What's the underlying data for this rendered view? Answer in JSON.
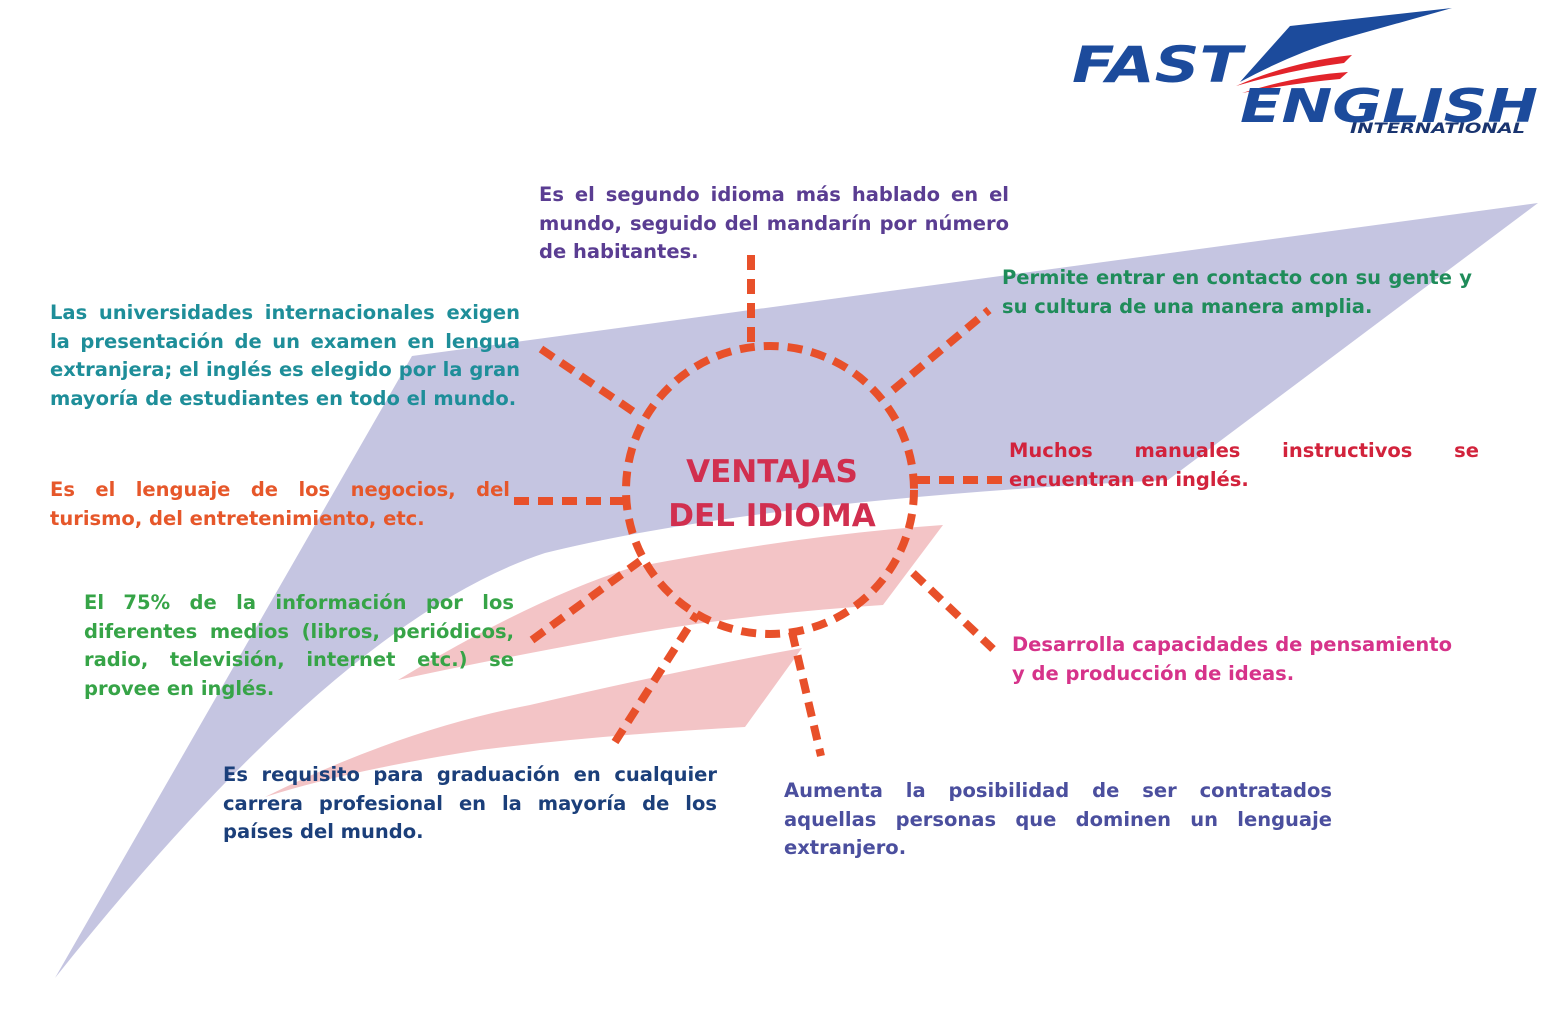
{
  "logo": {
    "word1": "FAST",
    "word2": "ENGLISH",
    "word3": "INTERNATIONAL",
    "primary_color": "#1c4b9c",
    "accent_color": "#e2242b"
  },
  "center": {
    "line1": "VENTAJAS",
    "line2": "DEL IDIOMA"
  },
  "colors": {
    "backdrop": "#c5c5e1",
    "stripe": "#f3c4c6",
    "connector": "#e8502a",
    "title": "#d12f4f"
  },
  "advantages": [
    {
      "id": "top",
      "text": "Es el segundo idioma más hablado en el mundo, seguido del mandarín por número de habitantes.",
      "color": "#5a3d92"
    },
    {
      "id": "upper-left",
      "text": "Las universidades internacionales exigen la presentación de un examen en lengua extranjera; el inglés es elegido por la gran mayoría de estudiantes en todo el mundo.",
      "color": "#1e8e99"
    },
    {
      "id": "mid-left",
      "text": "Es el lenguaje de los negocios, del turismo, del entretenimiento, etc.",
      "color": "#e6572a"
    },
    {
      "id": "lower-left",
      "text": "El 75% de la información por los diferentes medios (libros, periódicos, radio, televisión, internet etc.) se provee en inglés.",
      "color": "#36a447"
    },
    {
      "id": "bottom-left",
      "text": "Es requisito para graduación en cualquier carrera profesional en la mayoría de los países del mundo.",
      "color": "#1b3f7a"
    },
    {
      "id": "bottom-center",
      "text": "Aumenta la posibilidad de ser contratados aquellas personas que dominen un lenguaje extranjero.",
      "color": "#4b4f9e"
    },
    {
      "id": "upper-right",
      "text": "Permite entrar en contacto con su gente y su cultura de una manera amplia.",
      "color": "#1f8c5a"
    },
    {
      "id": "mid-right",
      "text": "Muchos manuales instructivos se encuentran en inglés.",
      "color": "#d2233c"
    },
    {
      "id": "lower-right",
      "text": "Desarrolla capacidades de pensamiento y de producción de ideas.",
      "color": "#d6338a"
    }
  ]
}
